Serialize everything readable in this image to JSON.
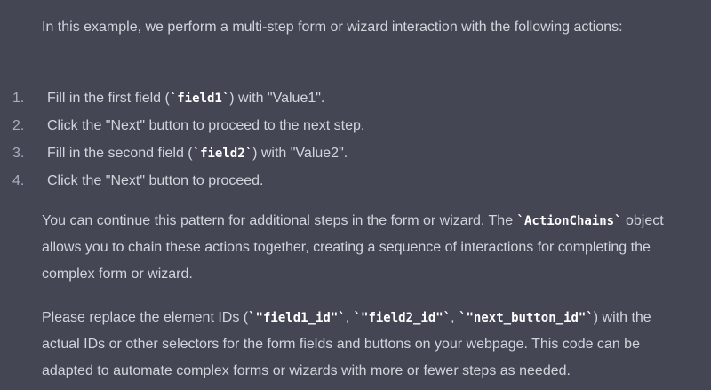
{
  "intro": {
    "text": "In this example, we perform a multi-step form or wizard interaction with the following actions:"
  },
  "steps": [
    {
      "num": "1.",
      "pre": "Fill in the first field (",
      "code": "`field1`",
      "post": ") with \"Value1\"."
    },
    {
      "num": "2.",
      "pre": "Click the \"Next\" button to proceed to the next step.",
      "code": "",
      "post": ""
    },
    {
      "num": "3.",
      "pre": "Fill in the second field (",
      "code": "`field2`",
      "post": ") with \"Value2\"."
    },
    {
      "num": "4.",
      "pre": "Click the \"Next\" button to proceed.",
      "code": "",
      "post": ""
    }
  ],
  "continue_para": {
    "pre": "You can continue this pattern for additional steps in the form or wizard. The ",
    "code": "`ActionChains`",
    "post": " object allows you to chain these actions together, creating a sequence of interactions for completing the complex form or wizard."
  },
  "replace_para": {
    "pre": "Please replace the element IDs (",
    "code1": "`\"field1_id\"`",
    "sep1": ", ",
    "code2": "`\"field2_id\"`",
    "sep2": ", ",
    "code3": "`\"next_button_id\"`",
    "post": ") with the actual IDs or other selectors for the form fields and buttons on your webpage. This code can be adapted to automate complex forms or wizards with more or fewer steps as needed."
  },
  "colors": {
    "background": "#444654",
    "text": "#d1d5db",
    "code_text": "#ffffff",
    "list_number": "#acacbe"
  }
}
